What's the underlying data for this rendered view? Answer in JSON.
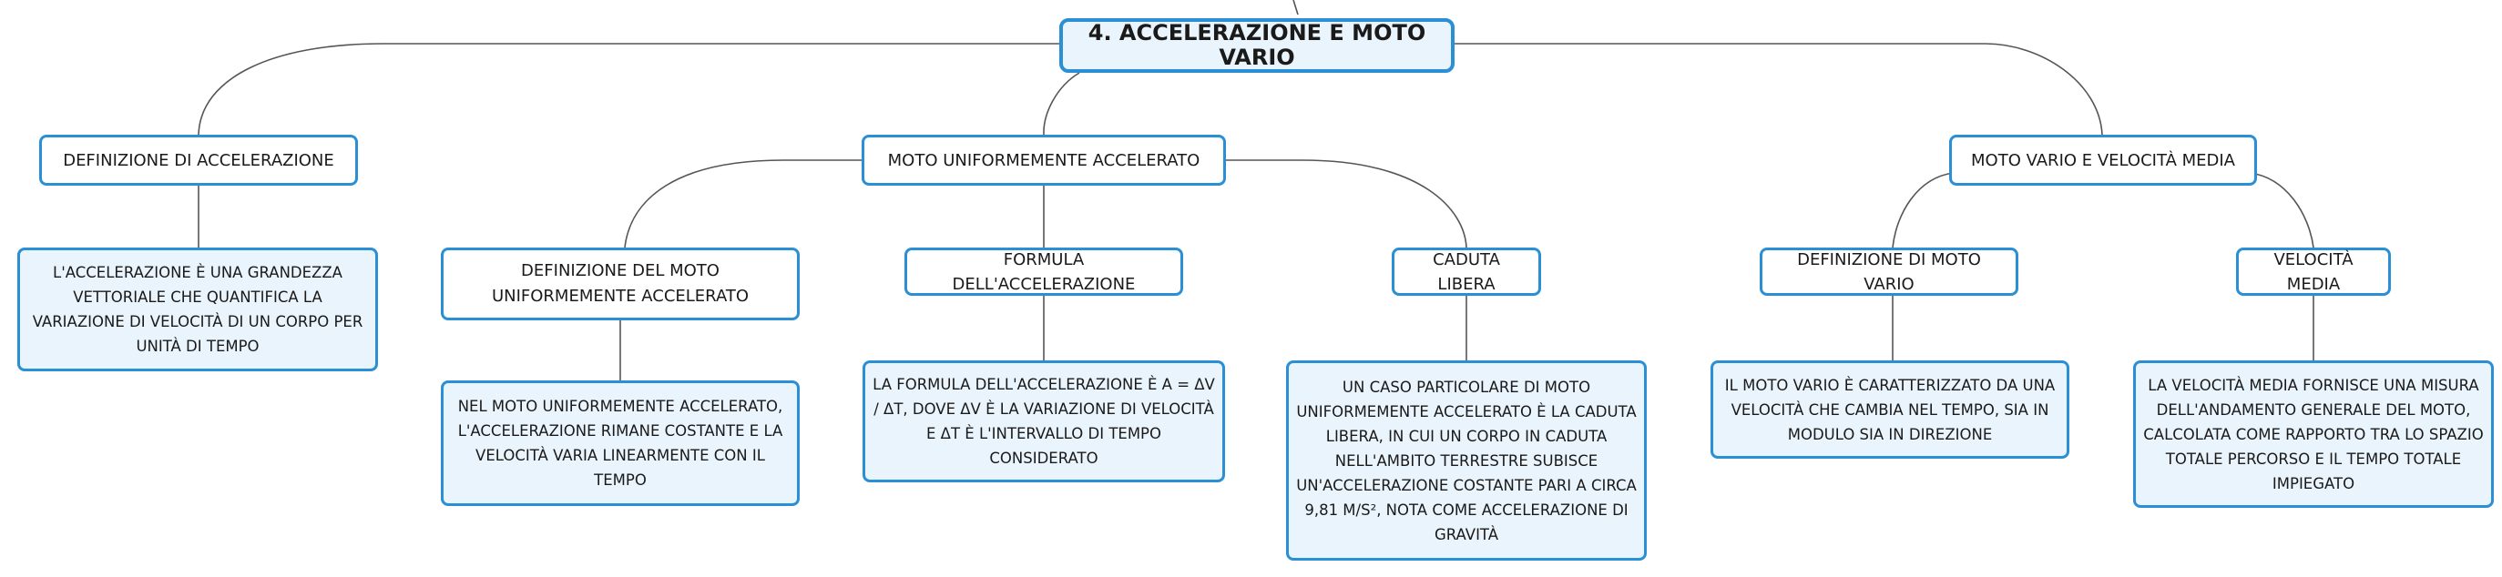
{
  "colors": {
    "border": "#2a8fd4",
    "line": "#555555",
    "leaf_fill": "#eaf4fc",
    "root_fill": "#eaf4fc"
  },
  "root": {
    "label": "4. ACCELERAZIONE E MOTO VARIO"
  },
  "branches": {
    "definizione": {
      "label": "DEFINIZIONE DI ACCELERAZIONE",
      "text": "L'ACCELERAZIONE È UNA GRANDEZZA VETTORIALE CHE QUANTIFICA LA VARIAZIONE DI VELOCITÀ DI UN CORPO PER UNITÀ DI TEMPO"
    },
    "moto_uniforme": {
      "label": "MOTO UNIFORMEMENTE ACCELERATO",
      "children": {
        "definizione_moto": {
          "label": "DEFINIZIONE DEL MOTO UNIFORMEMENTE ACCELERATO",
          "text": "NEL MOTO UNIFORMEMENTE ACCELERATO, L'ACCELERAZIONE RIMANE COSTANTE E LA VELOCITÀ VARIA LINEARMENTE CON IL TEMPO"
        },
        "formula": {
          "label": "FORMULA DELL'ACCELERAZIONE",
          "text": "LA FORMULA DELL'ACCELERAZIONE È A = ΔV / ΔT, DOVE ΔV È LA VARIAZIONE DI VELOCITÀ E ΔT È L'INTERVALLO DI TEMPO CONSIDERATO"
        },
        "caduta": {
          "label": "CADUTA LIBERA",
          "text": "UN CASO PARTICOLARE DI MOTO UNIFORMEMENTE ACCELERATO È LA CADUTA LIBERA, IN CUI UN CORPO IN CADUTA NELL'AMBITO TERRESTRE SUBISCE UN'ACCELERAZIONE COSTANTE PARI A CIRCA 9,81 M/S², NOTA COME ACCELERAZIONE DI GRAVITÀ"
        }
      }
    },
    "moto_vario": {
      "label": "MOTO VARIO E VELOCITÀ MEDIA",
      "children": {
        "definizione_vario": {
          "label": "DEFINIZIONE DI MOTO VARIO",
          "text": "IL MOTO VARIO È CARATTERIZZATO DA UNA VELOCITÀ CHE CAMBIA NEL TEMPO, SIA IN MODULO SIA IN DIREZIONE"
        },
        "velocita_media": {
          "label": "VELOCITÀ MEDIA",
          "text": "LA VELOCITÀ MEDIA FORNISCE UNA MISURA DELL'ANDAMENTO GENERALE DEL MOTO, CALCOLATA COME RAPPORTO TRA LO SPAZIO TOTALE PERCORSO E IL TEMPO TOTALE IMPIEGATO"
        }
      }
    }
  }
}
